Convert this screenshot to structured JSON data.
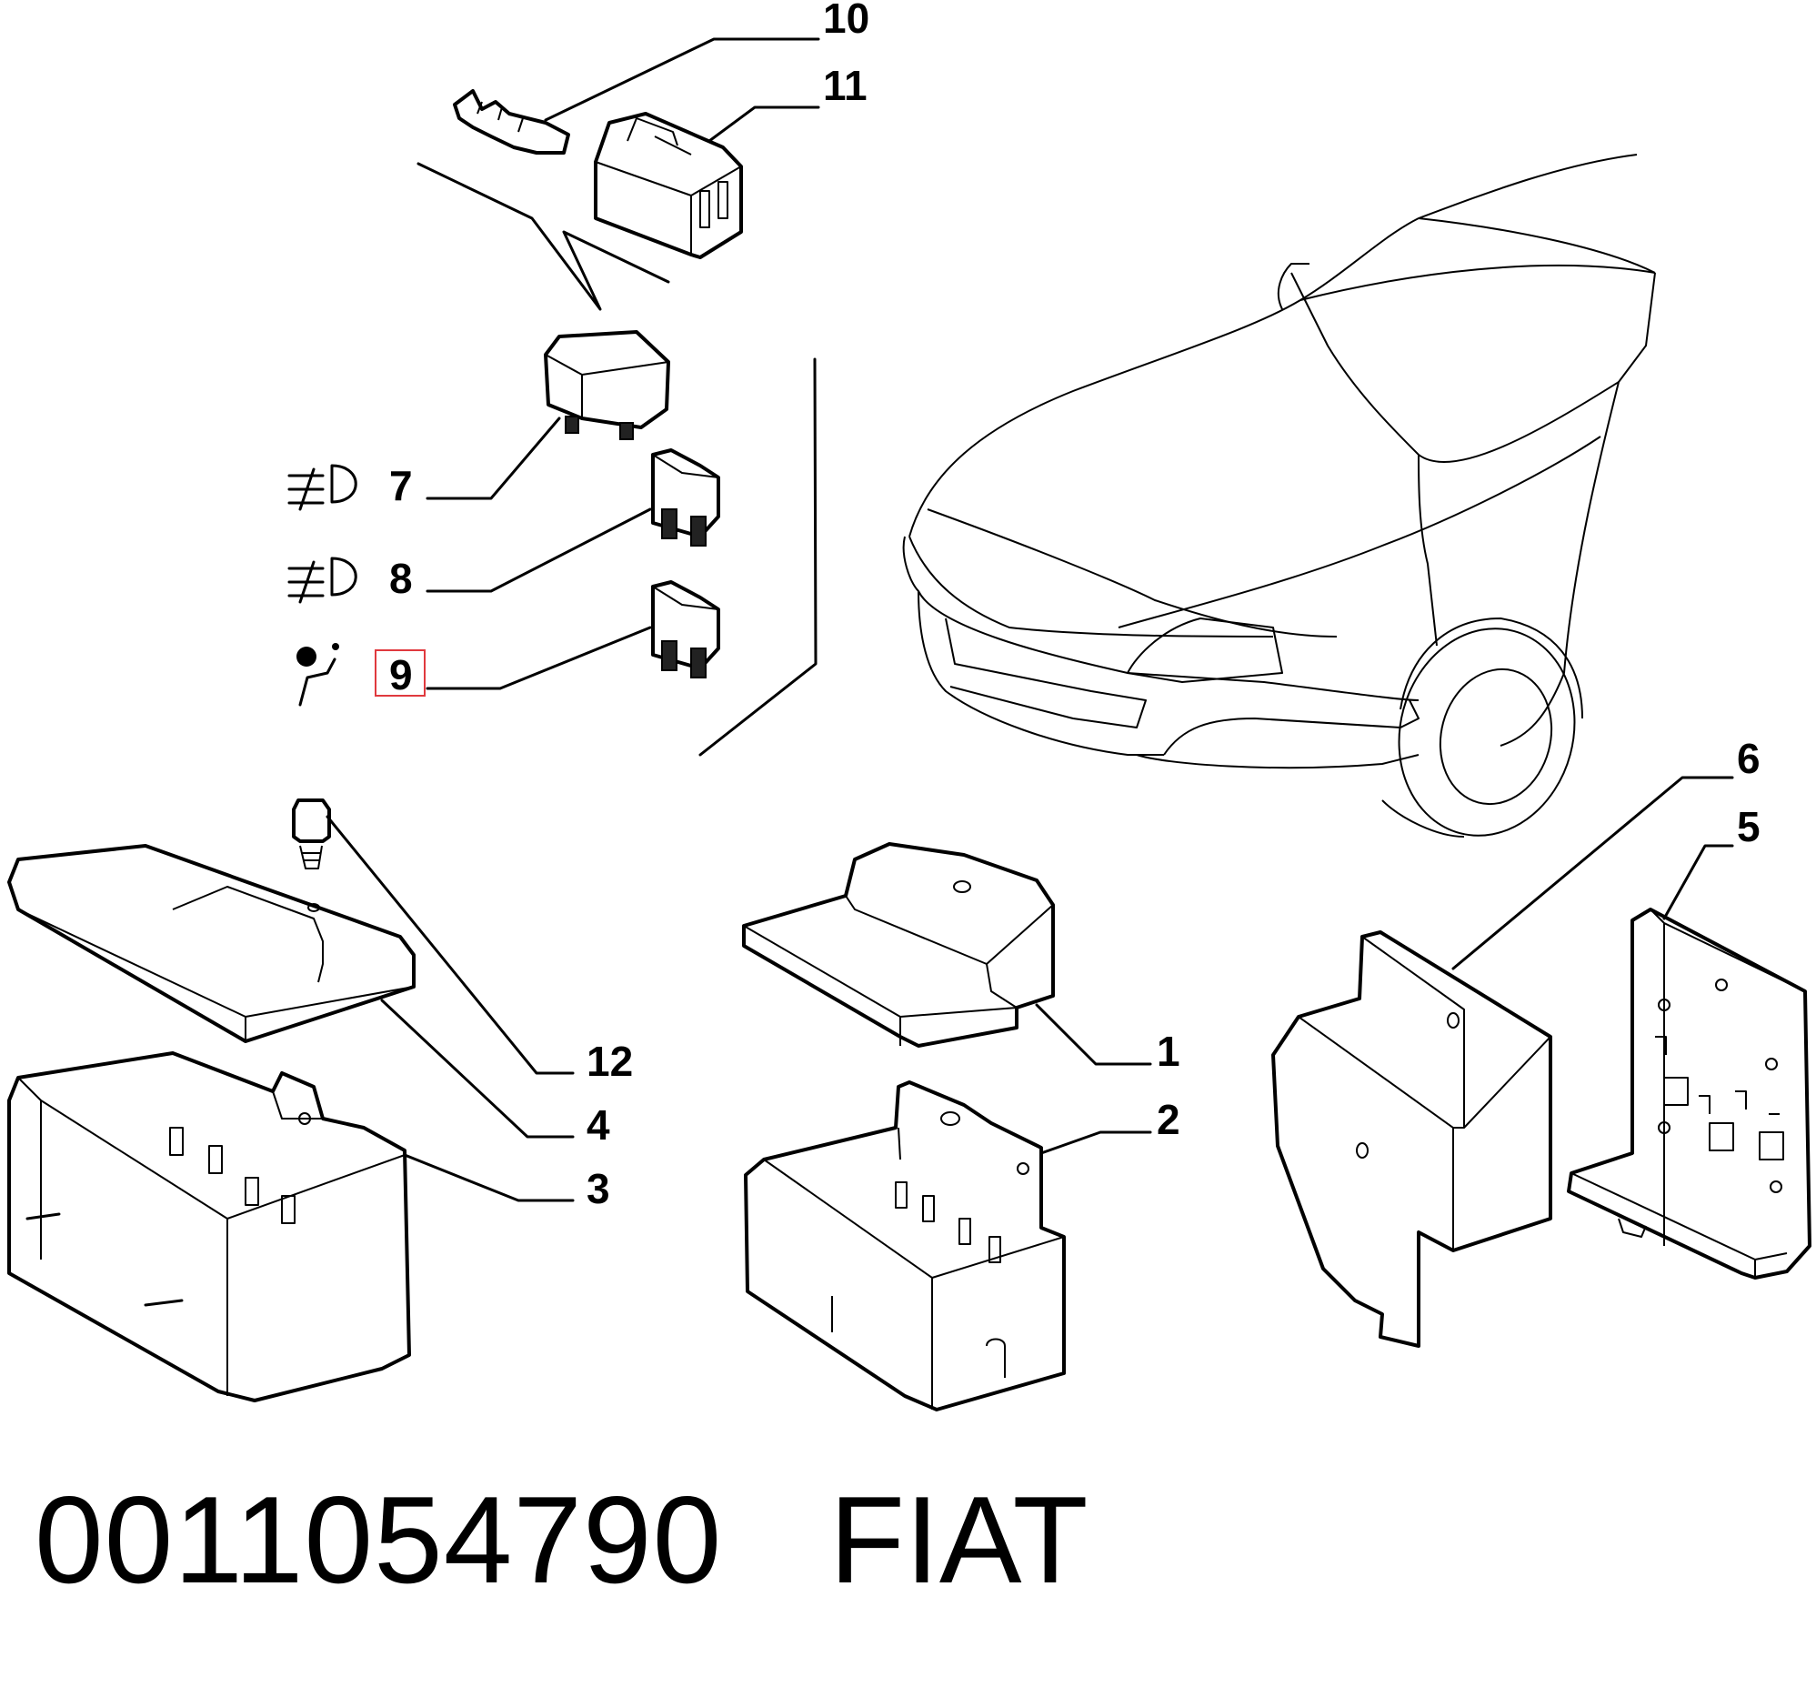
{
  "callouts": [
    {
      "id": "1",
      "label": "1"
    },
    {
      "id": "2",
      "label": "2"
    },
    {
      "id": "3",
      "label": "3"
    },
    {
      "id": "4",
      "label": "4"
    },
    {
      "id": "5",
      "label": "5"
    },
    {
      "id": "6",
      "label": "6"
    },
    {
      "id": "7",
      "label": "7"
    },
    {
      "id": "8",
      "label": "8"
    },
    {
      "id": "9",
      "label": "9",
      "highlighted": true
    },
    {
      "id": "10",
      "label": "10"
    },
    {
      "id": "11",
      "label": "11"
    },
    {
      "id": "12",
      "label": "12"
    }
  ],
  "symbols": {
    "7": "fog-light-icon",
    "8": "fog-light-icon",
    "9": "seat-occupant-icon"
  },
  "footer": {
    "part_number": "0011054790",
    "brand": "FIAT"
  },
  "colors": {
    "line": "#000000",
    "highlight": "#e0393e"
  }
}
